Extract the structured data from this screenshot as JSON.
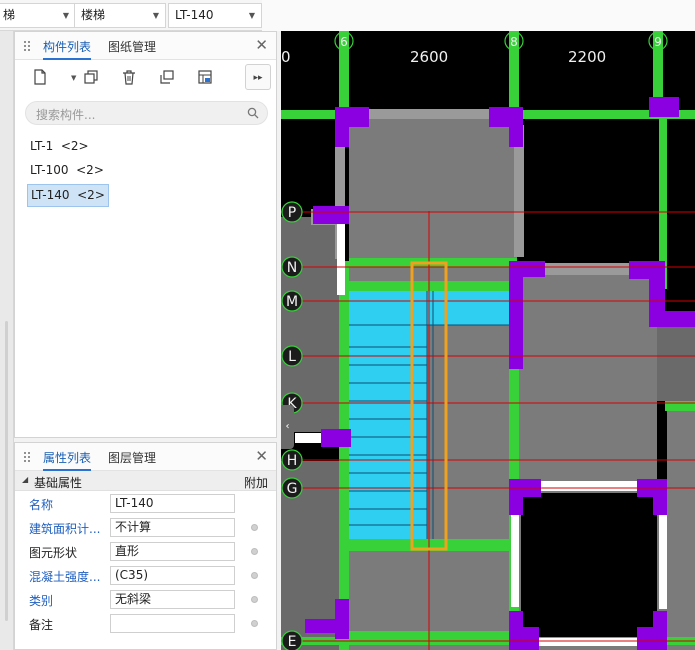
{
  "toolbar": {
    "dropdown1": "梯",
    "dropdown2": "楼梯",
    "dropdown3": "LT-140"
  },
  "component_panel": {
    "tabs": [
      "构件列表",
      "图纸管理"
    ],
    "active_tab": "构件列表",
    "search_placeholder": "搜索构件...",
    "items": [
      {
        "label": "LT-1  <2>",
        "selected": false
      },
      {
        "label": "LT-100  <2>",
        "selected": false
      },
      {
        "label": "LT-140  <2>",
        "selected": true
      }
    ]
  },
  "property_panel": {
    "tabs": [
      "属性列表",
      "图层管理"
    ],
    "active_tab": "属性列表",
    "group_title": "基础属性",
    "column_extra": "附加",
    "rows": [
      {
        "name": "名称",
        "value": "LT-140",
        "blue": true,
        "has_dot": false
      },
      {
        "name": "建筑面积计...",
        "value": "不计算",
        "blue": true,
        "has_dot": true
      },
      {
        "name": "图元形状",
        "value": "直形",
        "blue": false,
        "has_dot": true
      },
      {
        "name": "混凝土强度...",
        "value": "(C35)",
        "blue": true,
        "has_dot": true
      },
      {
        "name": "类别",
        "value": "无斜梁",
        "blue": true,
        "has_dot": true
      },
      {
        "name": "备注",
        "value": "",
        "blue": false,
        "has_dot": true
      }
    ]
  },
  "canvas": {
    "column_labels": [
      "0",
      "6",
      "2600",
      "8",
      "2200",
      "9"
    ],
    "row_axes": [
      "P",
      "N",
      "M",
      "L",
      "K",
      "H",
      "G",
      "E"
    ],
    "colors": {
      "background": "#000000",
      "wall": "#38d13a",
      "column": "#8a00e0",
      "slab": "#7b7b7b",
      "stair": "#2ecff0",
      "axis_line": "#d40000",
      "selection": "#f0a21e"
    }
  }
}
